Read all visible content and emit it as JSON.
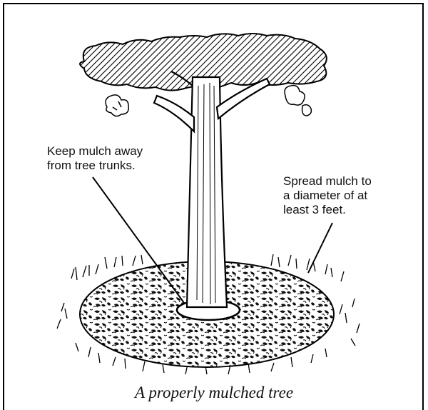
{
  "labels": {
    "left": "Keep mulch away\nfrom tree trunks.",
    "right": "Spread mulch to\na diameter of at\nleast 3 feet."
  },
  "caption": "A properly mulched tree",
  "icons": {
    "tree": "tree-illustration",
    "mulch": "mulch-ring",
    "grass": "grass-tufts"
  },
  "colors": {
    "ink": "#000000",
    "paper": "#ffffff"
  }
}
